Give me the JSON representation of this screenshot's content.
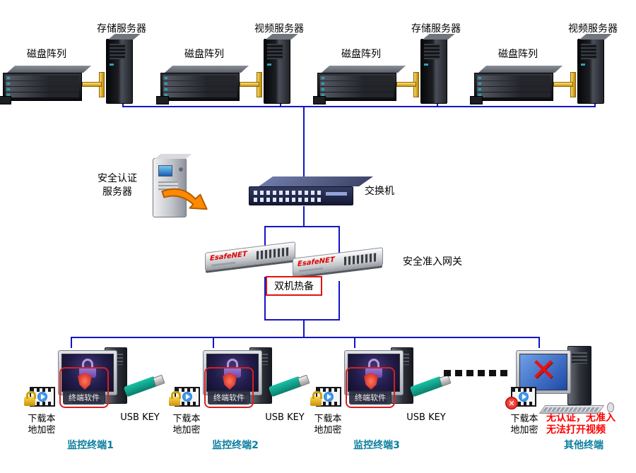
{
  "colors": {
    "line": "#1414c8",
    "warning": "#ff0000",
    "brand": "#dd1111",
    "terminal_name": "#0b7e9e",
    "hot_standby_border": "#e01212"
  },
  "icons": {
    "x_mark": "✕"
  },
  "top_groups": [
    {
      "array_label": "磁盘阵列",
      "server_label": "存储服务器"
    },
    {
      "array_label": "磁盘阵列",
      "server_label": "视频服务器"
    },
    {
      "array_label": "磁盘阵列",
      "server_label": "存储服务器"
    },
    {
      "array_label": "磁盘阵列",
      "server_label": "视频服务器"
    }
  ],
  "auth_server": {
    "label_line1": "安全认证",
    "label_line2": "服务器"
  },
  "switch": {
    "label": "交换机"
  },
  "gateways": {
    "brand": "EsafeNET",
    "label": "安全准入网关",
    "hot_standby": "双机热备"
  },
  "terminals": [
    {
      "software": "终端软件",
      "usb": "USB KEY",
      "encrypt_line1": "下载本",
      "encrypt_line2": "地加密",
      "name": "监控终端1"
    },
    {
      "software": "终端软件",
      "usb": "USB KEY",
      "encrypt_line1": "下载本",
      "encrypt_line2": "地加密",
      "name": "监控终端2"
    },
    {
      "software": "终端软件",
      "usb": "USB KEY",
      "encrypt_line1": "下载本",
      "encrypt_line2": "地加密",
      "name": "监控终端3"
    }
  ],
  "other_terminal": {
    "encrypt_line1": "下载本",
    "encrypt_line2": "地加密",
    "warning_line1": "无认证，无准入",
    "warning_line2": "无法打开视频",
    "name": "其他终端"
  }
}
